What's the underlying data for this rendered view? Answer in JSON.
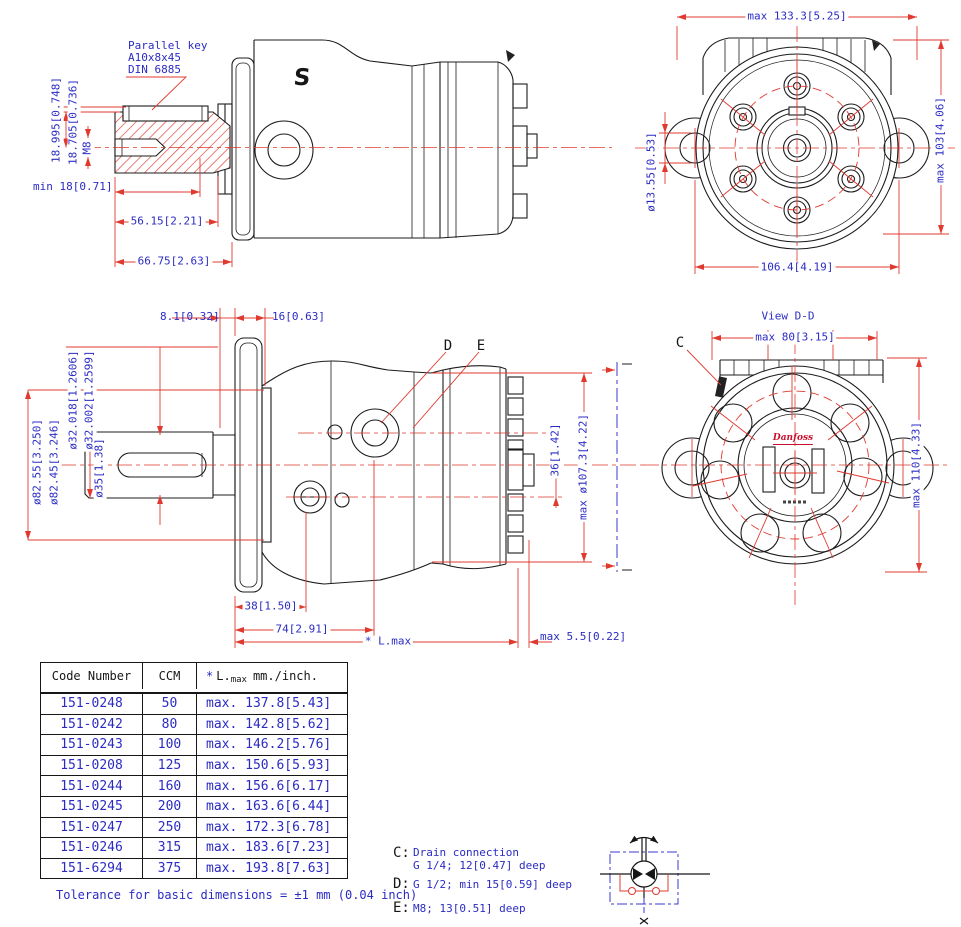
{
  "colors": {
    "line_black": "#1c1c1c",
    "dim_red": "#e0392f",
    "text_blue": "#2b2bc4",
    "logo_red": "#c8102e",
    "section_blue": "#3a3ad0"
  },
  "logos": {
    "sauer": "S",
    "danfoss": "Danfoss"
  },
  "views": {
    "shaft": {
      "note1": "Parallel key",
      "note2": "A10x8x45",
      "note3": "DIN 6885",
      "key_h_max": "18.995[0.748]",
      "key_h_min": "18.705[0.736]",
      "thread": "M8",
      "thread_depth": "min 18[0.71]",
      "len1": "56.15[2.21]",
      "len2": "66.75[2.63]"
    },
    "front": {
      "width": "max 133.3[5.25]",
      "height": "max 103[4.06]",
      "ear_hole": "ø13.55[0.53]",
      "bolt_span": "106.4[4.19]"
    },
    "side": {
      "d81": "8.1[0.32]",
      "d16": "16[0.63]",
      "d32a": "ø32.018[1.2606]",
      "d32b": "ø32.002[1.2599]",
      "d35": "ø35[1.38]",
      "d82a": "ø82.55[3.250]",
      "d82b": "ø82.45[3.246]",
      "lblD": "D",
      "lblE": "E",
      "d36": "36[1.42]",
      "d107": "max ø107.3[4.22]",
      "d38": "38[1.50]",
      "d74": "74[2.91]",
      "lmax": "* L.max",
      "d55": "max 5.5[0.22]"
    },
    "rear": {
      "title": "View D-D",
      "lblC": "C",
      "width": "max 80[3.15]",
      "height": "max 110[4.33]"
    }
  },
  "table": {
    "headers": {
      "code": "Code Number",
      "ccm": "CCM",
      "star": "*",
      "lmax": "L.",
      "lmax_sub": "max",
      "unit": "mm./inch."
    },
    "rows": [
      {
        "code": "151-0248",
        "ccm": "50",
        "lmax": "max. 137.8[5.43]"
      },
      {
        "code": "151-0242",
        "ccm": "80",
        "lmax": "max. 142.8[5.62]"
      },
      {
        "code": "151-0243",
        "ccm": "100",
        "lmax": "max. 146.2[5.76]"
      },
      {
        "code": "151-0208",
        "ccm": "125",
        "lmax": "max. 150.6[5.93]"
      },
      {
        "code": "151-0244",
        "ccm": "160",
        "lmax": "max. 156.6[6.17]"
      },
      {
        "code": "151-0245",
        "ccm": "200",
        "lmax": "max. 163.6[6.44]"
      },
      {
        "code": "151-0247",
        "ccm": "250",
        "lmax": "max. 172.3[6.78]"
      },
      {
        "code": "151-0246",
        "ccm": "315",
        "lmax": "max. 183.6[7.23]"
      },
      {
        "code": "151-6294",
        "ccm": "375",
        "lmax": "max. 193.8[7.63]"
      }
    ]
  },
  "tolerance": "Tolerance for basic dimensions = ±1 mm (0.04 inch)",
  "notes": {
    "c_label": "C:",
    "c1": "Drain connection",
    "c2": "G 1/4; 12[0.47] deep",
    "d_label": "D:",
    "d": "G 1/2; min 15[0.59] deep",
    "e_label": "E:",
    "e": "M8; 13[0.51] deep"
  }
}
